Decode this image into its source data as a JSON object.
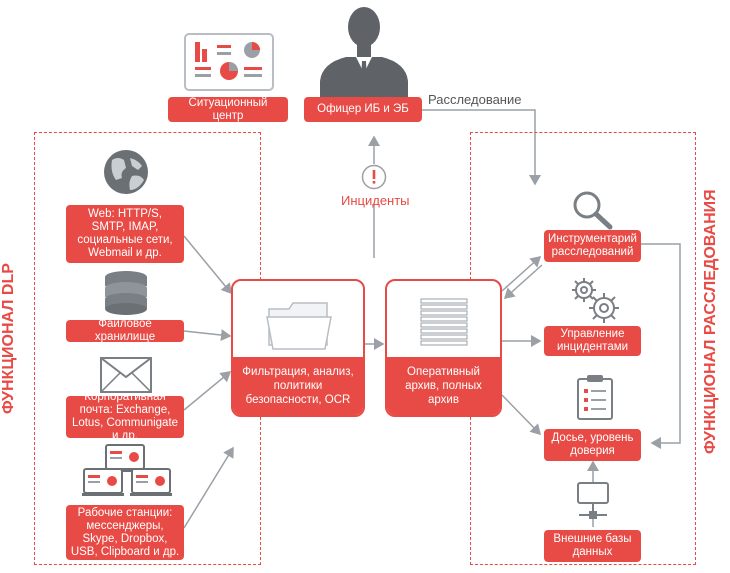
{
  "top": {
    "situation_center": "Ситуационный центр",
    "officer": "Офицер ИБ и ЭБ",
    "investigation_label": "Расследование",
    "incidents_label": "Инциденты"
  },
  "dlp": {
    "title": "ФУНКЦИОНАЛ DLP",
    "sources": {
      "web": "Web: HTTP/S, SMTP, IMAP, социальные сети, Webmail и др.",
      "file": "Файловое хранилище",
      "mail": "Корпоративная почта: Exchange, Lotus, Communigate и др.",
      "ws": "Рабочие станции: мессенджеры, Skype, Dropbox, USB, Clipboard и др."
    }
  },
  "center": {
    "filter": "Фильтрация, анализ, политики безопасности, OCR",
    "archive": "Оперативный архив, полных архив"
  },
  "investigation": {
    "title": "ФУНКЦИОНАЛ РАССЛЕДОВАНИЯ",
    "tools": "Инструментарий расследований",
    "incidents_mgmt": "Управление инцидентами",
    "dossier": "Досье, уровень доверия",
    "external_db": "Внешние базы данных"
  },
  "colors": {
    "accent": "#e84a45",
    "grey": "#9aa0a6",
    "dark_grey": "#5f6368"
  }
}
